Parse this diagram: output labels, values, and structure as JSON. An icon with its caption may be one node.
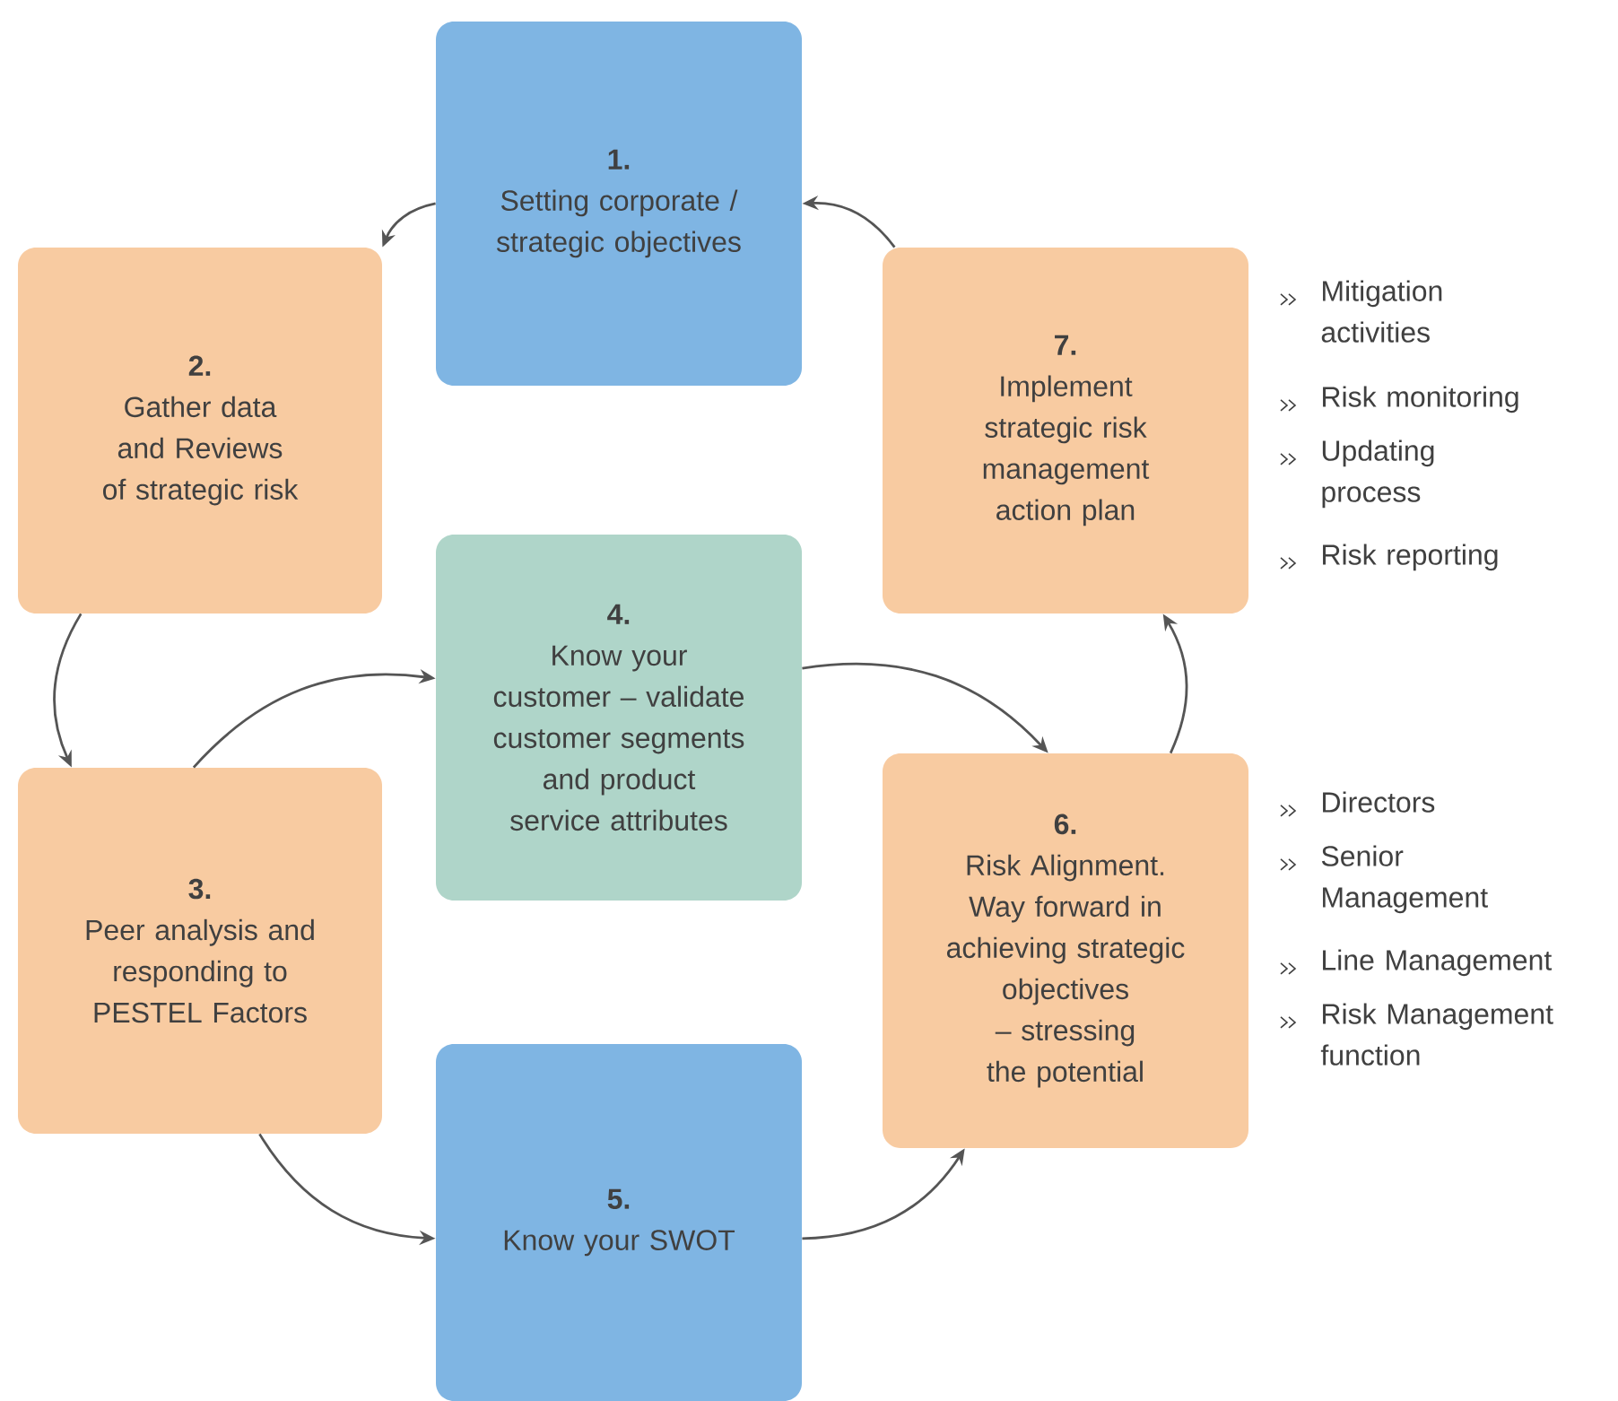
{
  "diagram": {
    "nodes": [
      {
        "text": [
          "1.",
          "Setting corporate / strategic objectives"
        ]
      },
      {
        "text": [
          "2.",
          "Gather data and Reviews of strategic risk"
        ]
      },
      {
        "text": [
          "3.",
          "Peer analysis and responding to PESTEL Factors"
        ]
      },
      {
        "text": [
          "4.",
          "Know your customer – validate customer segments and product service attributes"
        ]
      },
      {
        "text": [
          "5.",
          "Know your SWOT"
        ]
      },
      {
        "text": [
          "6.",
          "Risk Alignment. Way forward in achieving strategic objectives – stressing the potential"
        ],
        "beside": [
          "Directors",
          "Senior Management",
          "Line Management",
          "Risk Management function"
        ]
      },
      {
        "text": [
          "7.",
          "Implement strategic risk management action plan"
        ],
        "beside": [
          "Mitigation activities",
          "Risk monitoring",
          "Updating process",
          "Risk reporting"
        ]
      }
    ],
    "edges": [
      {
        "from": 0,
        "to": 1,
        "arrow": "to"
      },
      {
        "from": 1,
        "to": 2,
        "arrow": "to"
      },
      {
        "from": 2,
        "to": 3,
        "arrow": "to"
      },
      {
        "from": 3,
        "to": 5,
        "arrow": "to"
      },
      {
        "from": 2,
        "to": 4,
        "arrow": "to"
      },
      {
        "from": 4,
        "to": 5,
        "arrow": "to"
      },
      {
        "from": 5,
        "to": 6,
        "arrow": "to"
      },
      {
        "from": 6,
        "to": 0,
        "arrow": "to"
      }
    ]
  }
}
